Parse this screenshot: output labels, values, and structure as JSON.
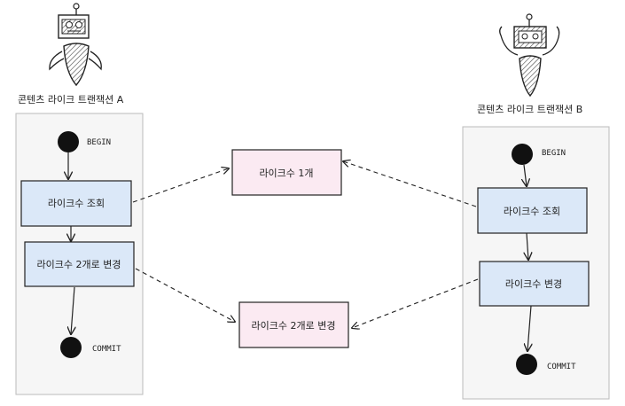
{
  "actor_a": {
    "title": "콘텐츠 라이크 트랜잭션 A",
    "begin_label": "BEGIN",
    "steps": [
      "라이크수 조회",
      "라이크수 2개로 변경"
    ],
    "commit_label": "COMMIT"
  },
  "actor_b": {
    "title": "콘텐츠 라이크 트랜잭션 B",
    "begin_label": "BEGIN",
    "steps": [
      "라이크수 조회",
      "라이크수 변경"
    ],
    "commit_label": "COMMIT"
  },
  "center": {
    "top_box": "라이크수 1개",
    "bottom_box": "라이크수 2개로 변경"
  },
  "colors": {
    "step_fill": "#dbe8f8",
    "result_fill": "#fbeaf2",
    "panel_fill": "#f6f6f6",
    "stroke": "#222222"
  },
  "icons": [
    "robot-a-icon",
    "robot-b-icon"
  ]
}
